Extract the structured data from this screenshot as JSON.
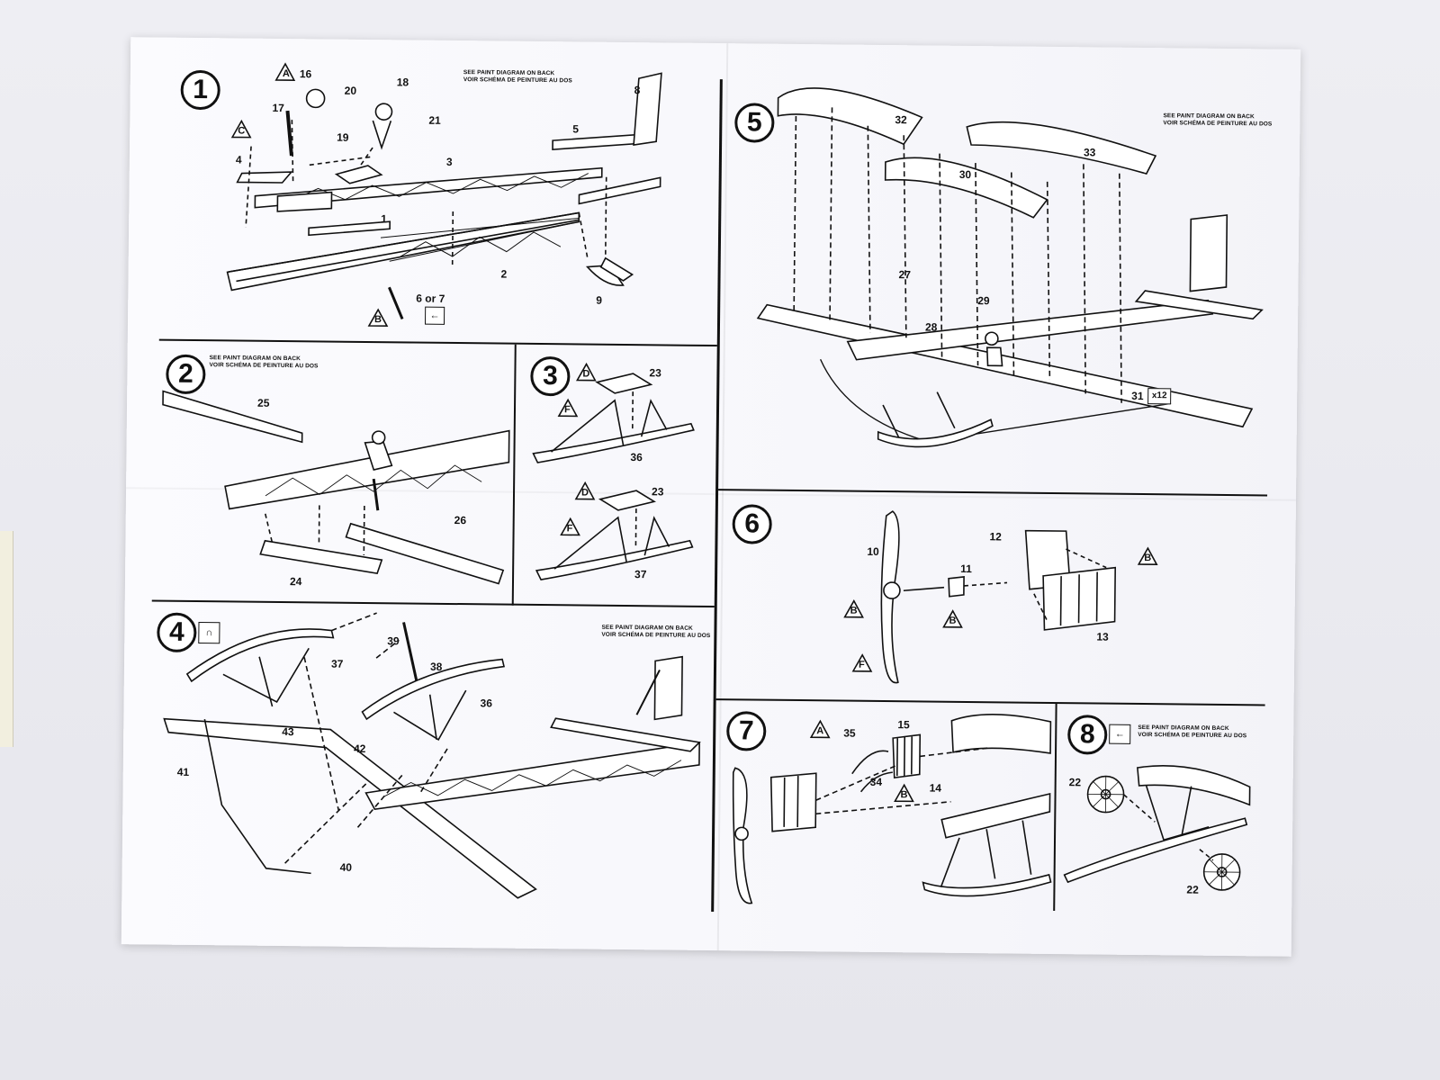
{
  "paint_note": {
    "en": "SEE PAINT DIAGRAM ON BACK",
    "fr": "VOIR SCHÉMA DE PEINTURE AU DOS"
  },
  "steps": [
    {
      "number": "1",
      "parts": [
        "16",
        "18",
        "17",
        "20",
        "21",
        "19",
        "4",
        "3",
        "1",
        "2",
        "8",
        "5",
        "9",
        "6 or 7"
      ],
      "callouts": [
        "A",
        "C",
        "B"
      ]
    },
    {
      "number": "2",
      "parts": [
        "25",
        "26",
        "24"
      ]
    },
    {
      "number": "3",
      "parts": [
        "23",
        "36",
        "23",
        "37"
      ],
      "callouts": [
        "D",
        "F",
        "D",
        "F"
      ]
    },
    {
      "number": "4",
      "parts": [
        "39",
        "37",
        "38",
        "36",
        "43",
        "42",
        "41",
        "40"
      ]
    },
    {
      "number": "5",
      "parts": [
        "32",
        "33",
        "30",
        "27",
        "29",
        "28",
        "31"
      ],
      "multiplier": "x12"
    },
    {
      "number": "6",
      "parts": [
        "10",
        "12",
        "11",
        "13"
      ],
      "callouts": [
        "B",
        "B",
        "B",
        "F"
      ]
    },
    {
      "number": "7",
      "parts": [
        "35",
        "15",
        "34",
        "14"
      ],
      "callouts": [
        "A",
        "B"
      ]
    },
    {
      "number": "8",
      "parts": [
        "22",
        "22"
      ]
    }
  ],
  "colors": {
    "ink": "#111111",
    "paper": "#f8f8fc",
    "background": "#e8e8ee"
  },
  "icons": [
    "arrow-left-icon",
    "glue-icon",
    "warning-triangle-icon"
  ]
}
